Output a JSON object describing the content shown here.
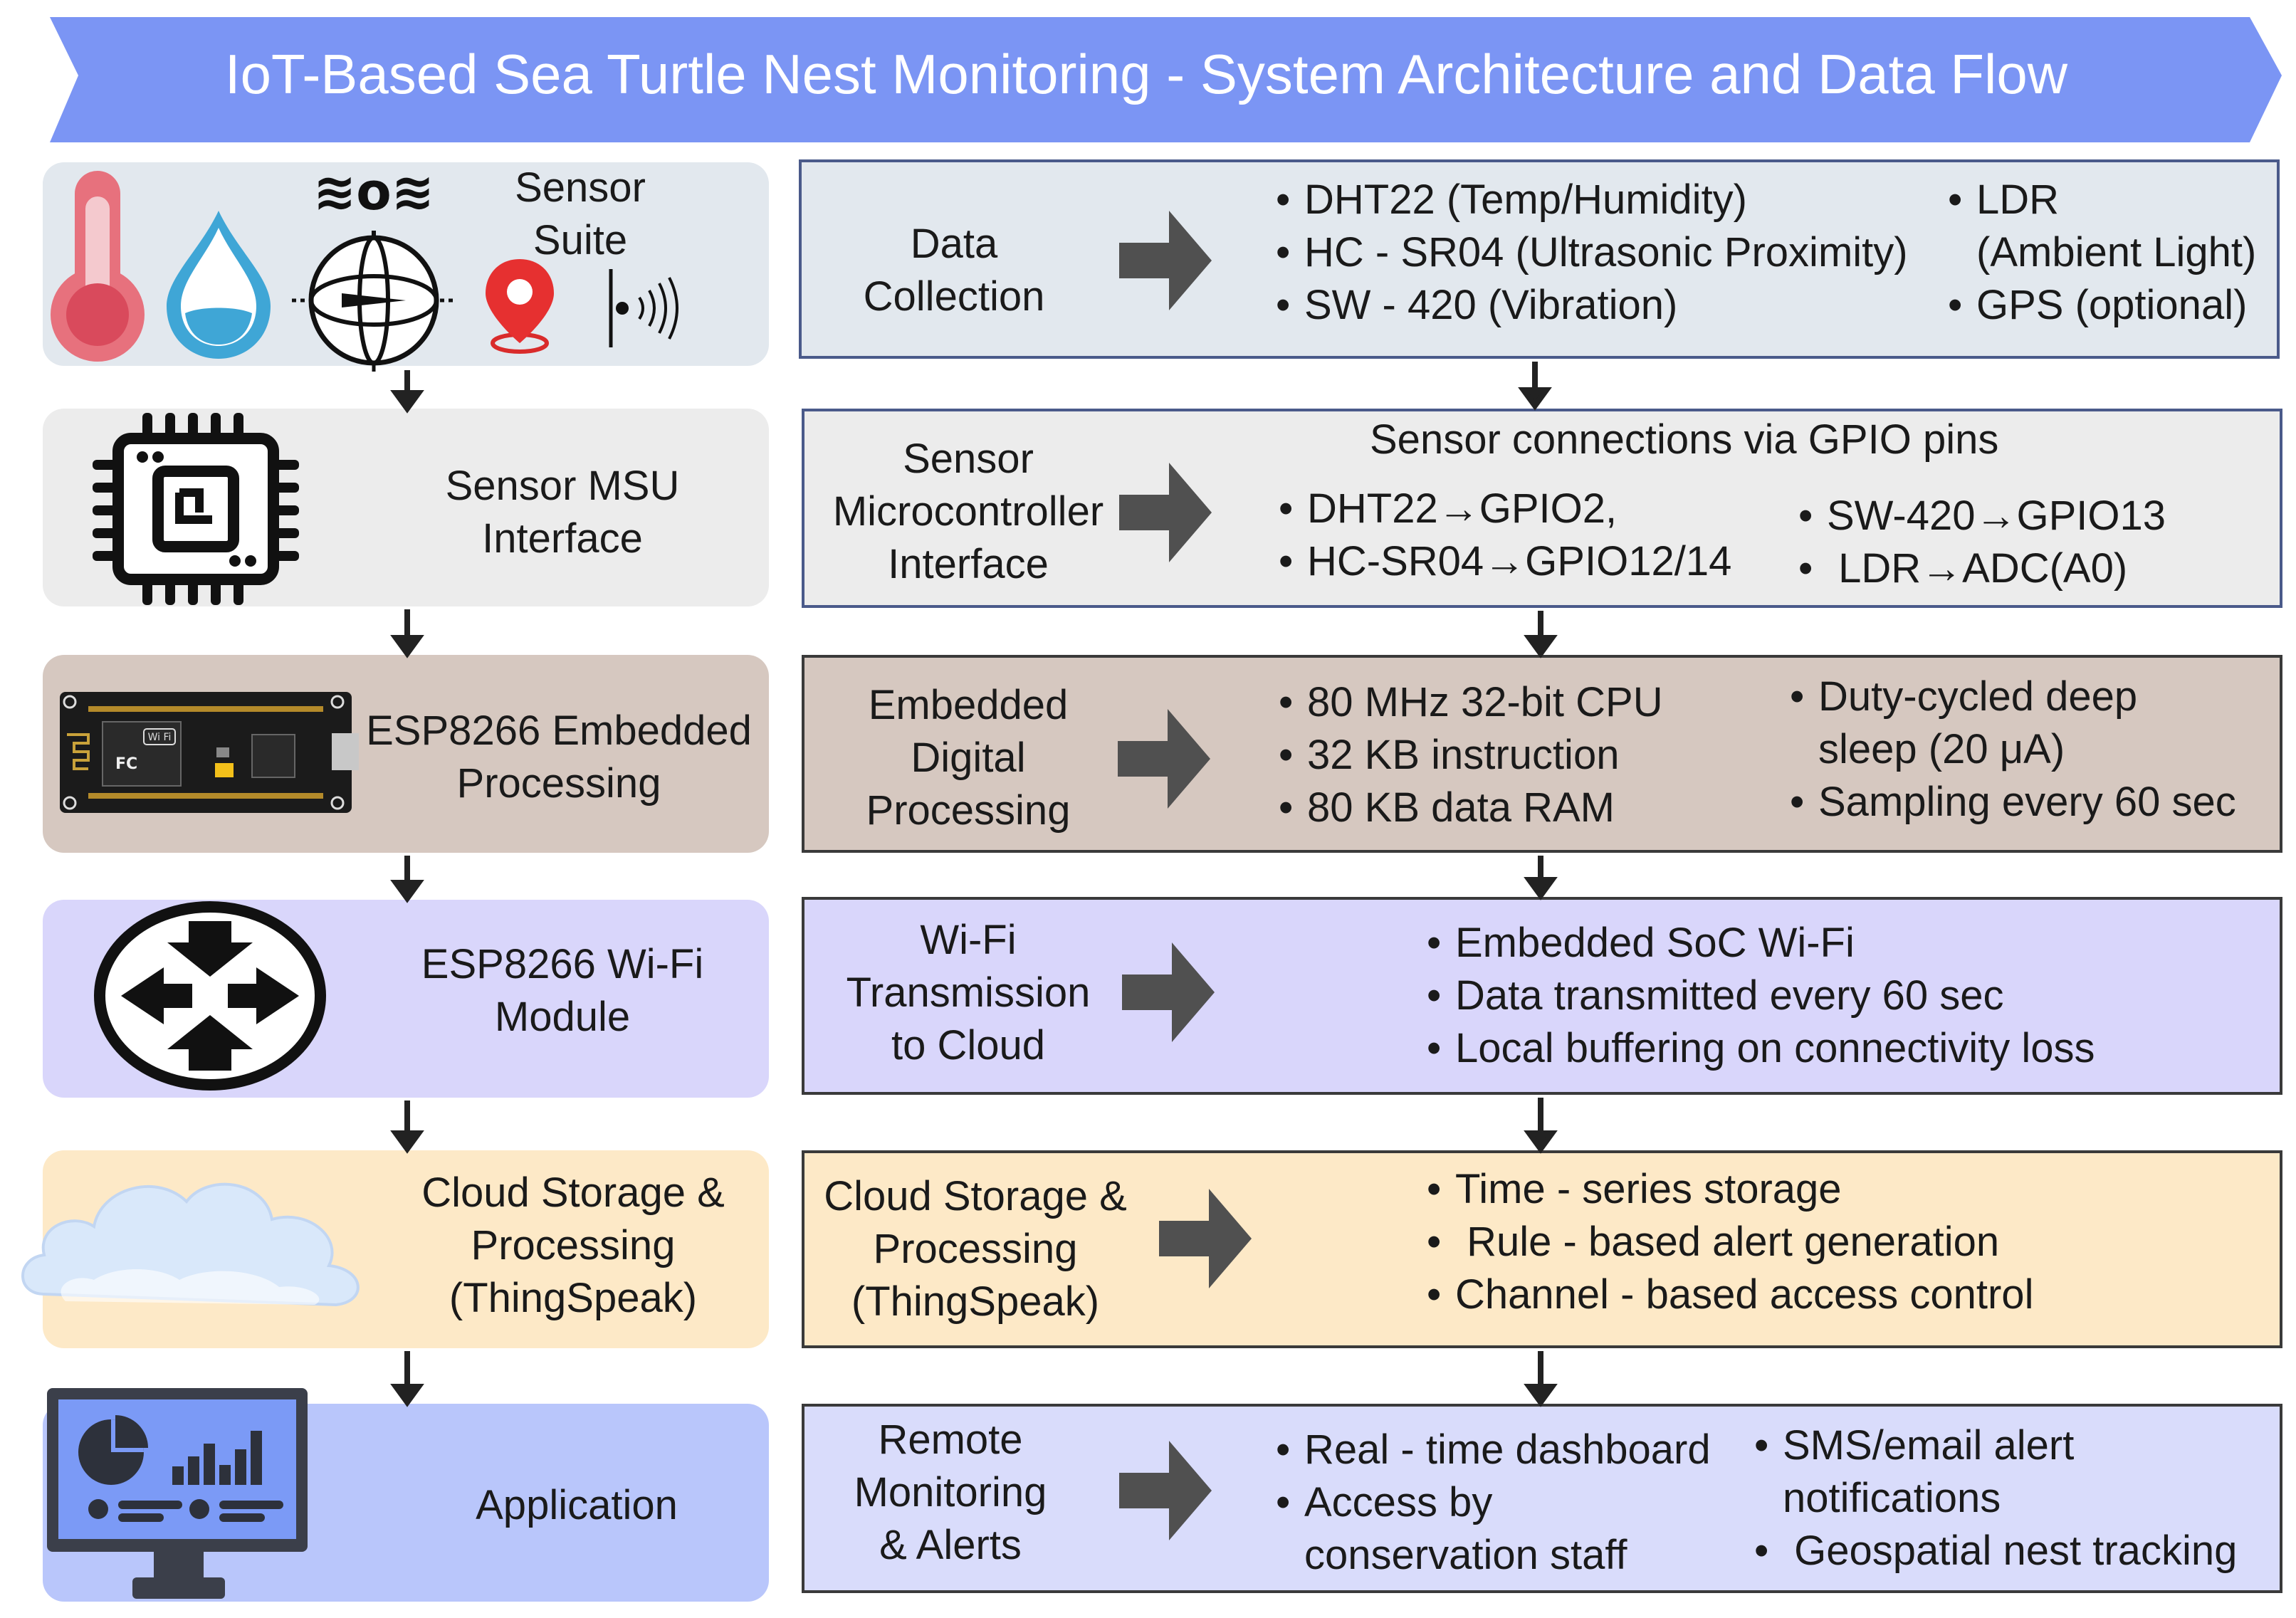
{
  "title": "IoT-Based Sea Turtle Nest Monitoring - System Architecture and Data Flow",
  "colors": {
    "banner": "#7b95f4",
    "row1": "#e2e8ee",
    "row2": "#ececec",
    "row3": "#d6c8c0",
    "row4": "#d9d6fb",
    "row5": "#fde9c7",
    "row6": "#b9c6fb",
    "arrow": "#505050"
  },
  "layers": [
    {
      "left_label": [
        "Sensor",
        "Suite"
      ],
      "icons": [
        "thermometer-icon",
        "water-drop-icon",
        "vibration-sensor-icon",
        "location-pin-icon",
        "signal-waves-icon"
      ],
      "right_label": [
        "Data",
        "Collection"
      ],
      "bullets_left": [
        "DHT22 (Temp/Humidity)",
        "HC - SR04 (Ultrasonic Proximity)",
        "SW - 420 (Vibration)"
      ],
      "bullets_right": [
        "LDR",
        "(Ambient Light)",
        "GPS (optional)"
      ]
    },
    {
      "left_label": [
        "Sensor MSU",
        "Interface"
      ],
      "icons": [
        "microchip-icon"
      ],
      "right_label": [
        "Sensor",
        "Microcontroller",
        "Interface"
      ],
      "header": "Sensor connections via GPIO pins",
      "bullets_left": [
        "DHT22→GPIO2,",
        "HC-SR04→GPIO12/14"
      ],
      "bullets_right": [
        "SW-420→GPIO13",
        " LDR→ADC(A0)"
      ]
    },
    {
      "left_label": [
        "ESP8266 Embedded",
        "Processing"
      ],
      "icons": [
        "esp8266-board-icon"
      ],
      "board_text": [
        "Wi Fi",
        "FC"
      ],
      "right_label": [
        "Embedded",
        "Digital",
        "Processing"
      ],
      "bullets_left": [
        "80 MHz 32-bit CPU",
        "32 KB instruction",
        "80 KB data RAM"
      ],
      "bullets_right": [
        "Duty-cycled deep",
        "sleep (20 μA)",
        "Sampling every 60 sec"
      ]
    },
    {
      "left_label": [
        "ESP8266 Wi-Fi",
        "Module"
      ],
      "icons": [
        "router-icon"
      ],
      "right_label": [
        "Wi-Fi",
        "Transmission",
        "to Cloud"
      ],
      "bullets_left": [
        "Embedded SoC Wi-Fi",
        "Data transmitted every 60 sec",
        "Local buffering on connectivity loss"
      ]
    },
    {
      "left_label": [
        "Cloud Storage &",
        "Processing",
        "(ThingSpeak)"
      ],
      "icons": [
        "cloud-icon"
      ],
      "right_label": [
        "Cloud Storage &",
        "Processing",
        "(ThingSpeak)"
      ],
      "bullets_left": [
        "Time - series storage",
        " Rule - based alert generation",
        "Channel - based access control"
      ]
    },
    {
      "left_label": [
        "Application"
      ],
      "icons": [
        "dashboard-monitor-icon"
      ],
      "right_label": [
        "Remote",
        "Monitoring",
        "& Alerts"
      ],
      "bullets_left": [
        "Real - time dashboard",
        "Access by",
        "conservation staff"
      ],
      "bullets_right": [
        "SMS/email alert",
        "notifications",
        " Geospatial nest tracking"
      ]
    }
  ]
}
